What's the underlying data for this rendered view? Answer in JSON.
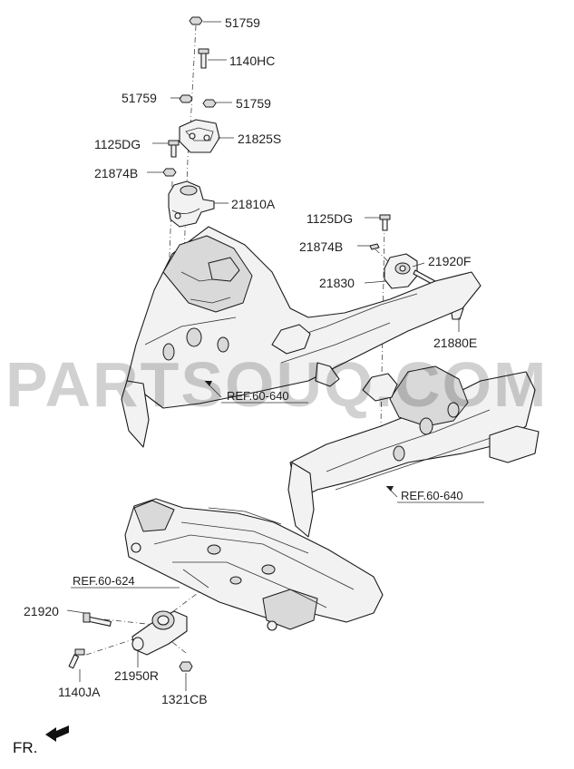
{
  "watermark": "PARTSOUQ.COM",
  "labels": {
    "p51759_top": "51759",
    "p1140hc": "1140HC",
    "p51759_left": "51759",
    "p51759_right": "51759",
    "p1125dg_left": "1125DG",
    "p21825s": "21825S",
    "p21874b_left": "21874B",
    "p21810a": "21810A",
    "p1125dg_right": "1125DG",
    "p21874b_right": "21874B",
    "p21920f": "21920F",
    "p21830": "21830",
    "p21880e": "21880E",
    "p21920": "21920",
    "p1140ja": "1140JA",
    "p21950r": "21950R",
    "p1321cb": "1321CB"
  },
  "refs": {
    "ref_left_frame": "REF.60-640",
    "ref_right_frame": "REF.60-640",
    "ref_subframe": "REF.60-624"
  },
  "front_indicator": "FR.",
  "colors": {
    "line": "#1a1a1a",
    "fill": "#f2f2f2",
    "watermark": "#000000"
  }
}
